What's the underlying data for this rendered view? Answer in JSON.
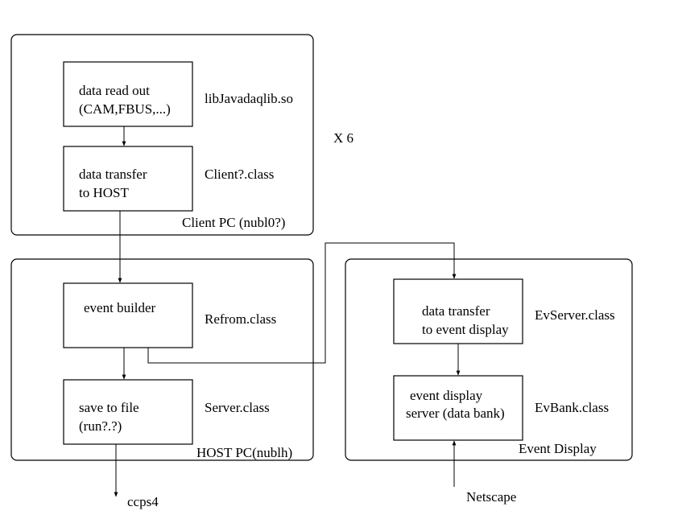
{
  "groups": {
    "client_pc": {
      "label": "Client PC (nubl0?)"
    },
    "host_pc": {
      "label": "HOST PC(nublh)"
    },
    "event_display": {
      "label": "Event Display"
    }
  },
  "multiplier": "X 6",
  "boxes": {
    "read_out": {
      "line1": "data read out",
      "line2": "(CAM,FBUS,...)"
    },
    "transfer_host": {
      "line1": "data transfer",
      "line2": "to HOST"
    },
    "event_builder": {
      "line1": "event builder"
    },
    "save_file": {
      "line1": "save to file",
      "line2": "(run?.?)"
    },
    "transfer_display": {
      "line1": "data transfer",
      "line2": "to event display"
    },
    "display_server": {
      "line1": "event display",
      "line2": "server (data bank)"
    }
  },
  "components": {
    "lib": "libJavadaqlib.so",
    "client_class": "Client?.class",
    "refrom_class": "Refrom.class",
    "server_class": "Server.class",
    "evserver_class": "EvServer.class",
    "evbank_class": "EvBank.class"
  },
  "external": {
    "ccps4": "ccps4",
    "netscape": "Netscape"
  }
}
